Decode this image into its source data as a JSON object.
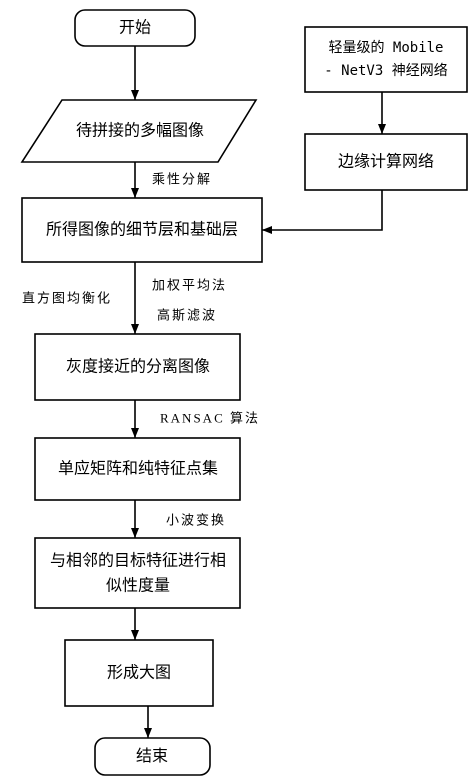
{
  "colors": {
    "line": "#000000",
    "text": "#000000",
    "background": "#ffffff"
  },
  "nodes": {
    "start": "开始",
    "input_images": "待拼接的多幅图像",
    "layers": "所得图像的细节层和基础层",
    "mobilenet": [
      "轻量级的 Mobile",
      "- NetV3 神经网络"
    ],
    "edge_computing": "边缘计算网络",
    "separated_images": "灰度接近的分离图像",
    "homography": "单应矩阵和纯特征点集",
    "similarity": [
      "与相邻的目标特征进行相",
      "似性度量"
    ],
    "stitch": "形成大图",
    "end": "结束"
  },
  "edge_labels": {
    "decomposition": "乘性分解",
    "histogram": "直方图均衡化",
    "weighted_average": "加权平均法",
    "gaussian": "高斯滤波",
    "ransac": "RANSAC 算法",
    "wavelet": "小波变换"
  }
}
